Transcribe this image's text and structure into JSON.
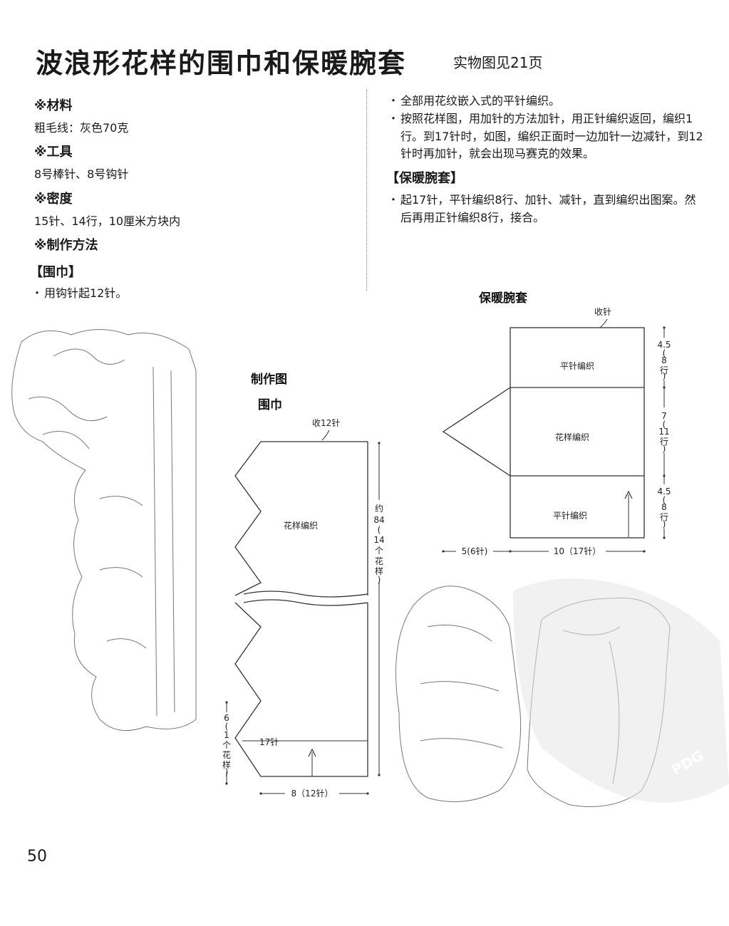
{
  "title": "波浪形花样的围巾和保暖腕套",
  "title_ref": "实物图见21页",
  "left": {
    "materials_h": "※材料",
    "materials": "粗毛线：灰色70克",
    "tools_h": "※工具",
    "tools": "8号棒针、8号钩针",
    "density_h": "※密度",
    "density": "15针、14行，10厘米方块内",
    "method_h": "※制作方法",
    "scarf_h": "【围巾】",
    "scarf_1": "用钩针起12针。"
  },
  "right": {
    "b1": "全部用花纹嵌入式的平针编织。",
    "b2": "按照花样图，用加针的方法加针，用正针编织返回，编织1行。到17针时，如图，编织正面时一边加针一边减针，到12针时再加针，就会出现马赛克的效果。",
    "warmer_h": "【保暖腕套】",
    "b3": "起17针，平针编织8行、加针、减针，直到编织出图案。然后再用正针编织8行，接合。"
  },
  "scarf_diagram": {
    "title": "制作图",
    "subtitle": "围巾",
    "top_label": "收12针",
    "body_label": "花样编织",
    "stitch17": "17针",
    "right_dim": [
      "约",
      "84",
      "(",
      "14",
      "个",
      "花",
      "样",
      ")"
    ],
    "left_dim": [
      "6",
      "(",
      "1",
      "个",
      "花",
      "样",
      ")"
    ],
    "bottom_dim": "8（12针）"
  },
  "warmer_diagram": {
    "title": "保暖腕套",
    "top_label": "收针",
    "sec1": "平针编织",
    "sec2": "花样编织",
    "sec3": "平针编织",
    "dim1": [
      "4.5",
      "(",
      "8",
      "行",
      ")"
    ],
    "dim2": [
      "7",
      "(",
      "11",
      "行",
      ")"
    ],
    "dim3": [
      "4.5",
      "(",
      "8",
      "行",
      ")"
    ],
    "bottom_left": "5(6针)",
    "bottom_right": "10（17针）"
  },
  "watermark": "PDG",
  "page_number": "50"
}
